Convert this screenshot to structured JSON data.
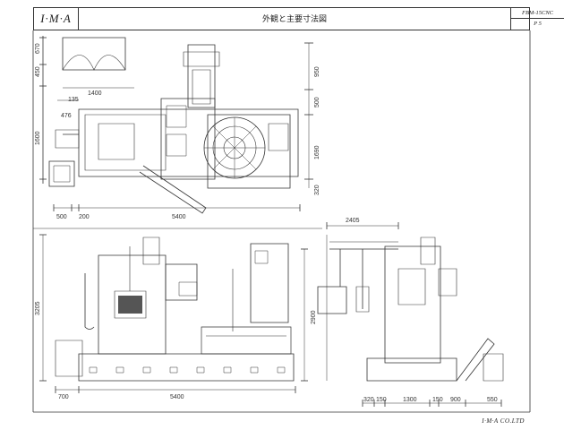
{
  "header": {
    "logo": "I·M·A",
    "title": "外観と主要寸法図",
    "code": "FBM-15CNC",
    "page": "P 5"
  },
  "footer": {
    "company": "I·M·A CO.LTD"
  },
  "top_view": {
    "dims": {
      "d670": "670",
      "d450": "450",
      "d1400": "1400",
      "d135": "135",
      "d476": "476",
      "d1600": "1600",
      "d950": "950",
      "d500": "500",
      "d1690": "1690",
      "d320": "320",
      "d500b": "500",
      "d200": "200",
      "d5400": "5400"
    }
  },
  "front_view": {
    "dims": {
      "d3205": "3205",
      "d2900": "2900",
      "d700": "700",
      "d5400": "5400"
    }
  },
  "side_view": {
    "dims": {
      "d2405": "2405",
      "d320": "320",
      "d150a": "150",
      "d1300": "1300",
      "d150b": "150",
      "d900": "900",
      "d550": "550"
    }
  }
}
